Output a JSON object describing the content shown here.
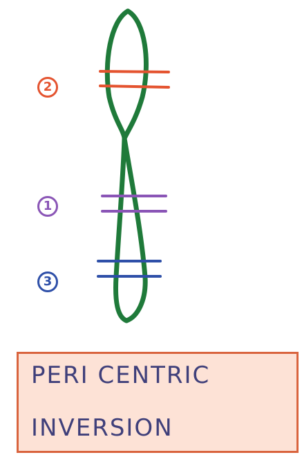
{
  "colors": {
    "chromosome": "#1f7a3a",
    "region_2": "#e4532f",
    "region_1": "#8a55b6",
    "region_3": "#2e4fa8",
    "caption_text": "#3f3f7a",
    "caption_border": "#d9643e",
    "caption_fill": "#fde2d6"
  },
  "markers": [
    {
      "label": "2",
      "region": "upper band pair"
    },
    {
      "label": "1",
      "region": "middle band pair"
    },
    {
      "label": "3",
      "region": "lower band pair"
    }
  ],
  "caption": {
    "line1": "PERI CENTRIC",
    "line2": "INVERSION"
  },
  "icons": [
    "chromosome-icon"
  ]
}
